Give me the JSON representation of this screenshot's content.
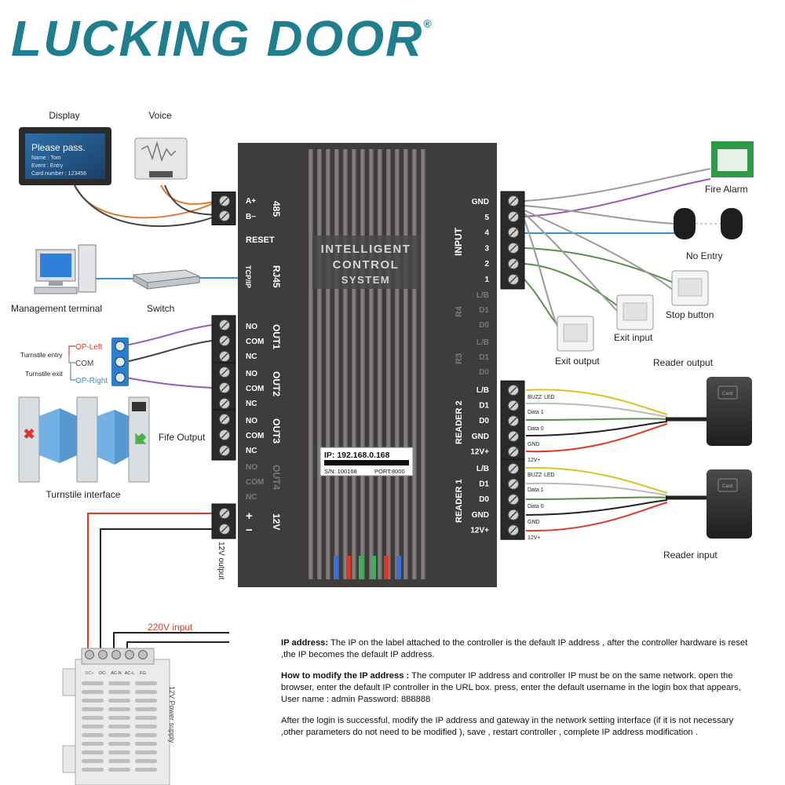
{
  "brand": {
    "name": "LUCKING DOOR",
    "mark": "®"
  },
  "controller": {
    "title_lines": [
      "INTELLIGENT",
      "CONTROL",
      "SYSTEM"
    ],
    "ip_label": "IP: 192.168.0.168",
    "serial": "S/N: 100168",
    "port": "PORT:8000"
  },
  "left_ports": {
    "bus": "485",
    "a_plus": "A+",
    "b_minus": "B−",
    "reset": "RESET",
    "rj45": "RJ45",
    "tcpip": "TCP/IP",
    "outputs": [
      {
        "name": "OUT1",
        "no": "NO",
        "com": "COM",
        "nc": "NC"
      },
      {
        "name": "OUT2",
        "no": "NO",
        "com": "COM",
        "nc": "NC"
      },
      {
        "name": "OUT3",
        "no": "NO",
        "com": "COM",
        "nc": "NC"
      },
      {
        "name": "OUT4",
        "no": "NO",
        "com": "COM",
        "nc": "NC"
      }
    ],
    "power": {
      "name": "12V",
      "plus": "+",
      "minus": "−"
    }
  },
  "right_ports": {
    "input": {
      "name": "INPUT",
      "pins": [
        "GND",
        "5",
        "4",
        "3",
        "2",
        "1"
      ]
    },
    "r4": {
      "name": "R4",
      "pins": [
        "L/B",
        "D1",
        "D0"
      ]
    },
    "r3": {
      "name": "R3",
      "pins": [
        "L/B",
        "D1",
        "D0"
      ]
    },
    "reader2": {
      "name": "READER 2",
      "pins": [
        "L/B",
        "D1",
        "D0",
        "GND",
        "12V+"
      ]
    },
    "reader1": {
      "name": "READER 1",
      "pins": [
        "L/B",
        "D1",
        "D0",
        "GND",
        "12V+"
      ]
    }
  },
  "wire_labels": [
    "BUZZ",
    "LED",
    "Data 1",
    "Data 0",
    "GND",
    "12V+"
  ],
  "devices": {
    "display": {
      "label": "Display",
      "screen_title": "Please pass.",
      "screen_lines": [
        "Name : Tom",
        "Event : Entry",
        "Card number : 123456"
      ]
    },
    "voice": {
      "label": "Voice"
    },
    "management": "Management  terminal",
    "switch": "Switch",
    "turnstile": {
      "entry": "Turnstile entry",
      "exit": "Turnstile exit",
      "op_left": "OP-Left",
      "com": "COM",
      "op_right": "OP-Right",
      "label": "Turnstile  interface"
    },
    "fire_output": "Fife Output",
    "power_supply": {
      "output": "12V output",
      "input": "220V  input",
      "terminals": [
        "DC+",
        "DC-",
        "AC-N",
        "AC-L",
        "FG"
      ],
      "label": "12V Power supply"
    },
    "fire_alarm": "Fire Alarm",
    "no_entry": "No Entry",
    "stop_button": "Stop button",
    "exit_input": "Exit input",
    "exit_output": "Exit output",
    "reader_output": "Reader  output",
    "reader_input": "Reader  input",
    "card": "Card"
  },
  "colors": {
    "controller_body": "#3f3d3c",
    "brand": "#1f7f8f",
    "wire_red": "#d93b2b",
    "wire_black": "#222222",
    "wire_purple": "#9a5bb5",
    "wire_blue": "#3a8fd1",
    "wire_green": "#5a8f4a",
    "wire_yellow": "#e0c020",
    "wire_orange": "#e07a30"
  },
  "notes": {
    "ip_title": "IP address:",
    "ip_text": "  The IP on the label attached to the controller is the default IP address , after the controller hardware is reset ,the IP becomes the default IP address.",
    "modify_title": "How to modify the IP address :",
    "modify_text": " The computer IP address and controller IP must be on the same network. open the browser, enter the default IP controller in the URL box.  press, enter  the default username  in the login box that appears, User name : admin  Password: 888888",
    "after_text": "After the login is successful, modify the IP address and gateway in the network setting interface (if it is not  necessary ,other  parameters do not need to be modified ),  save , restart  controller , complete  IP address modification ."
  }
}
